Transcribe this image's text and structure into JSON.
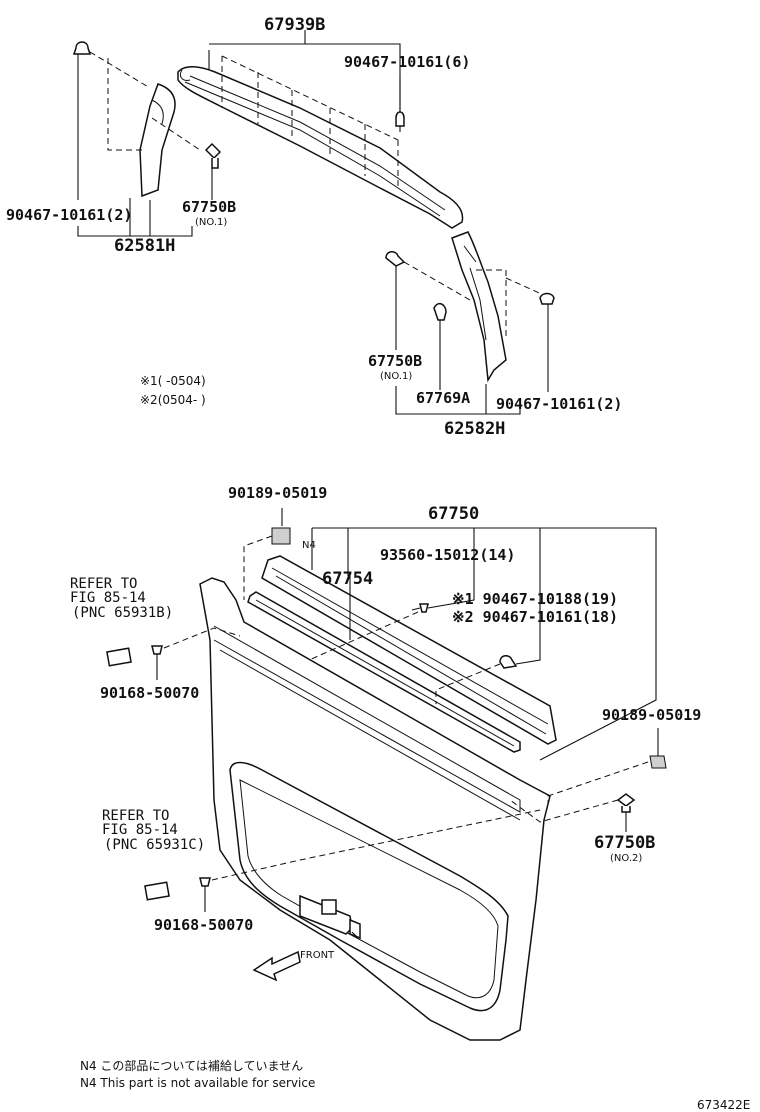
{
  "labels": {
    "p67939B": "67939B",
    "p90467_10161_6": "90467-10161(6)",
    "p90467_10161_2_left": "90467-10161(2)",
    "p67750B_top": "67750B",
    "p67750B_top_sub": "(NO.1)",
    "p62581H": "62581H",
    "p67750B_mid": "67750B",
    "p67750B_mid_sub": "(NO.1)",
    "p67769A": "67769A",
    "p90467_10161_2_right": "90467-10161(2)",
    "p62582H": "62582H",
    "note1": "※1(       -0504)",
    "note2": "※2(0504-       )",
    "p90189_05019_top": "90189-05019",
    "p67750": "67750",
    "n4": "N4",
    "p93560_15012": "93560-15012(14)",
    "p67754": "67754",
    "p90467_10188": "※1 90467-10188(19)",
    "p90467_10161_18": "※2 90467-10161(18)",
    "refer1_line1": "REFER TO",
    "refer1_line2": "FIG 85-14",
    "refer1_line3": "(PNC 65931B)",
    "p90168_50070_top": "90168-50070",
    "p90189_05019_right": "90189-05019",
    "p67750B_bottom": "67750B",
    "p67750B_bottom_sub": "(NO.2)",
    "refer2_line1": "REFER TO",
    "refer2_line2": "FIG 85-14",
    "refer2_line3": "(PNC 65931C)",
    "p90168_50070_bottom": "90168-50070",
    "front": "FRONT",
    "footnote_jp": "N4  この部品については補給していません",
    "footnote_en": "N4  This part is not available for service",
    "figure_id": "673422E"
  }
}
